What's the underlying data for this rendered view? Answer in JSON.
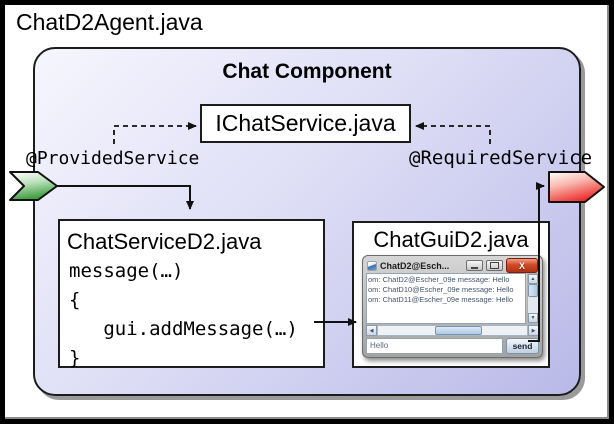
{
  "diagram": {
    "agent_title": "ChatD2Agent.java",
    "component_title": "Chat Component",
    "interface_box_label": "IChatService.java",
    "provided_service_label": "@ProvidedService",
    "required_service_label": "@RequiredService",
    "service_box": {
      "title": "ChatServiceD2.java",
      "code_lines": [
        "message(…)",
        "{",
        "   gui.addMessage(…)",
        "}"
      ]
    },
    "gui_box": {
      "title": "ChatGuiD2.java"
    }
  },
  "chat_window": {
    "title": "ChatD2@Esch...",
    "close_label": "X",
    "messages": [
      "om: ChatD2@Escher_09e message: Hello",
      "om: ChatD10@Escher_09e message: Hello",
      "om: ChatD11@Escher_09e message: Hello"
    ],
    "input_value": "Hello",
    "send_label": "send"
  },
  "colors": {
    "component_fill_light": "#f6f6fe",
    "component_fill_dark": "#b9b9e8",
    "provided_arrow_green": "#3f9e3f",
    "required_arrow_red": "#ee3030",
    "close_button_red": "#c8401e",
    "connector_black": "#111111"
  }
}
